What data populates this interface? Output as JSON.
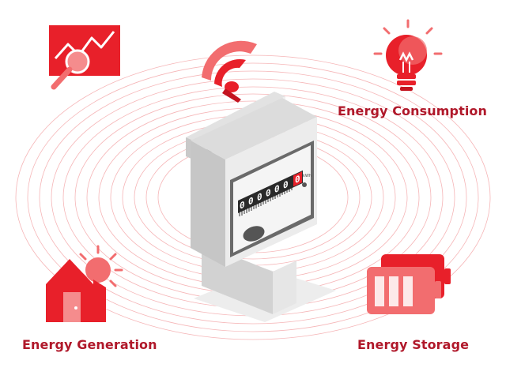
{
  "labels": {
    "consumption": "Energy Consumption",
    "generation": "Energy Generation",
    "storage": "Energy Storage"
  },
  "meter": {
    "digits": [
      "0",
      "0",
      "0",
      "0",
      "0",
      "0",
      "0"
    ],
    "unit": "kWh"
  },
  "icons": {
    "analytics": "analytics-chart-magnifier-icon",
    "wifi": "wifi-signal-icon",
    "bulb": "light-bulb-icon",
    "house": "solar-house-icon",
    "battery": "battery-icon",
    "meter": "electricity-meter-icon"
  },
  "colors": {
    "accent": "#e8202a",
    "accent_light": "#f26d6f",
    "label": "#b0182a",
    "ripple": "#f4a9ab"
  }
}
